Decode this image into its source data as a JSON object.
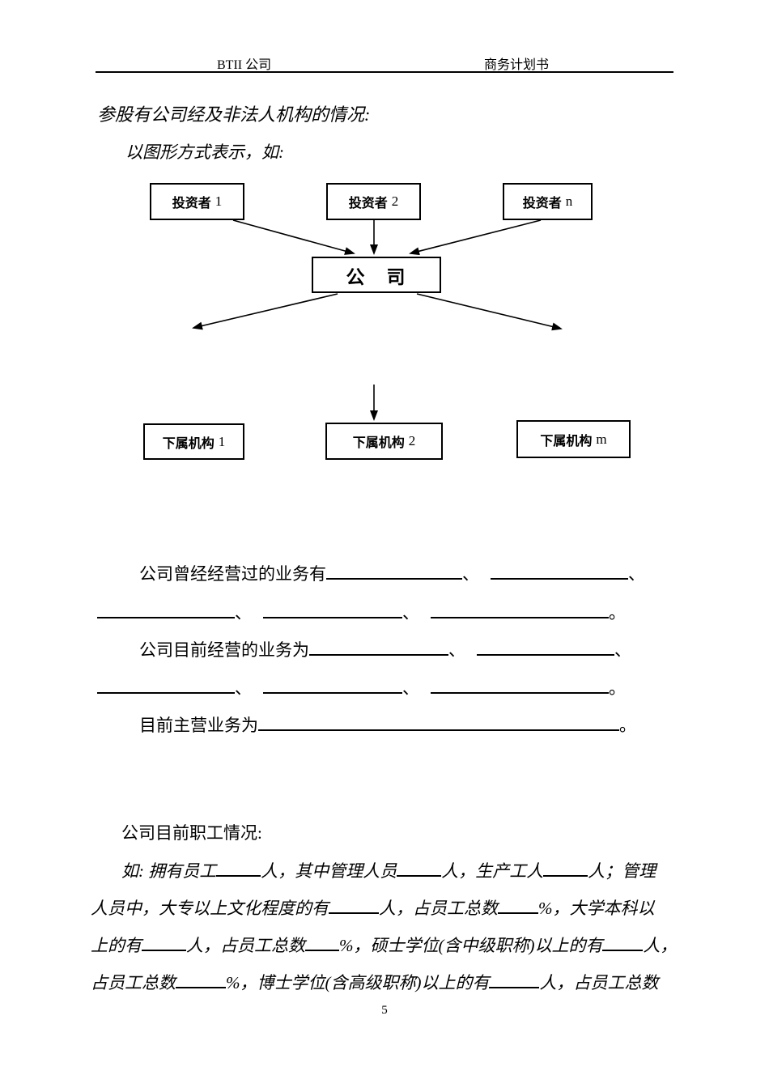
{
  "header": {
    "left_text": "BTII 公司",
    "right_text": "商务计划书"
  },
  "section": {
    "title": "参股有公司经及非法人机构的情况:",
    "diagram_caption": "以图形方式表示，如:"
  },
  "diagram": {
    "investors": [
      {
        "cjk": "投资者",
        "suffix": "1"
      },
      {
        "cjk": "投资者",
        "suffix": "2"
      },
      {
        "cjk": "投资者",
        "suffix": "n"
      }
    ],
    "company": "公　司",
    "subsidiaries": [
      {
        "cjk": "下属机构",
        "suffix": "1"
      },
      {
        "cjk": "下属机构",
        "suffix": "2"
      },
      {
        "cjk": "下属机构",
        "suffix": "m"
      }
    ]
  },
  "business": {
    "past_label": "公司曾经经营过的业务有",
    "current_label": "公司目前经营的业务为",
    "main_label": "目前主营业务为",
    "enum_comma": "、",
    "period": "。"
  },
  "employees": {
    "heading": "公司目前职工情况:",
    "line1": {
      "s1": "如: 拥有员工",
      "s2": "人，其中管理人员",
      "s3": "人，生产工人",
      "s4": "人；管理"
    },
    "line2": {
      "s1": "人员中，大专以上文化程度的有",
      "s2": "人，占员工总数",
      "s3": "%，大学本科以"
    },
    "line3": {
      "s1": "上的有",
      "s2": "人，占员工总数",
      "s3": "%，硕士学位(含中级职称)以上的有",
      "s4": "人，"
    },
    "line4": {
      "s1": "占员工总数",
      "s2": "%，博士学位(含高级职称)以上的有",
      "s3": "人，占员工总数"
    }
  },
  "footer": {
    "page_number": "5"
  }
}
